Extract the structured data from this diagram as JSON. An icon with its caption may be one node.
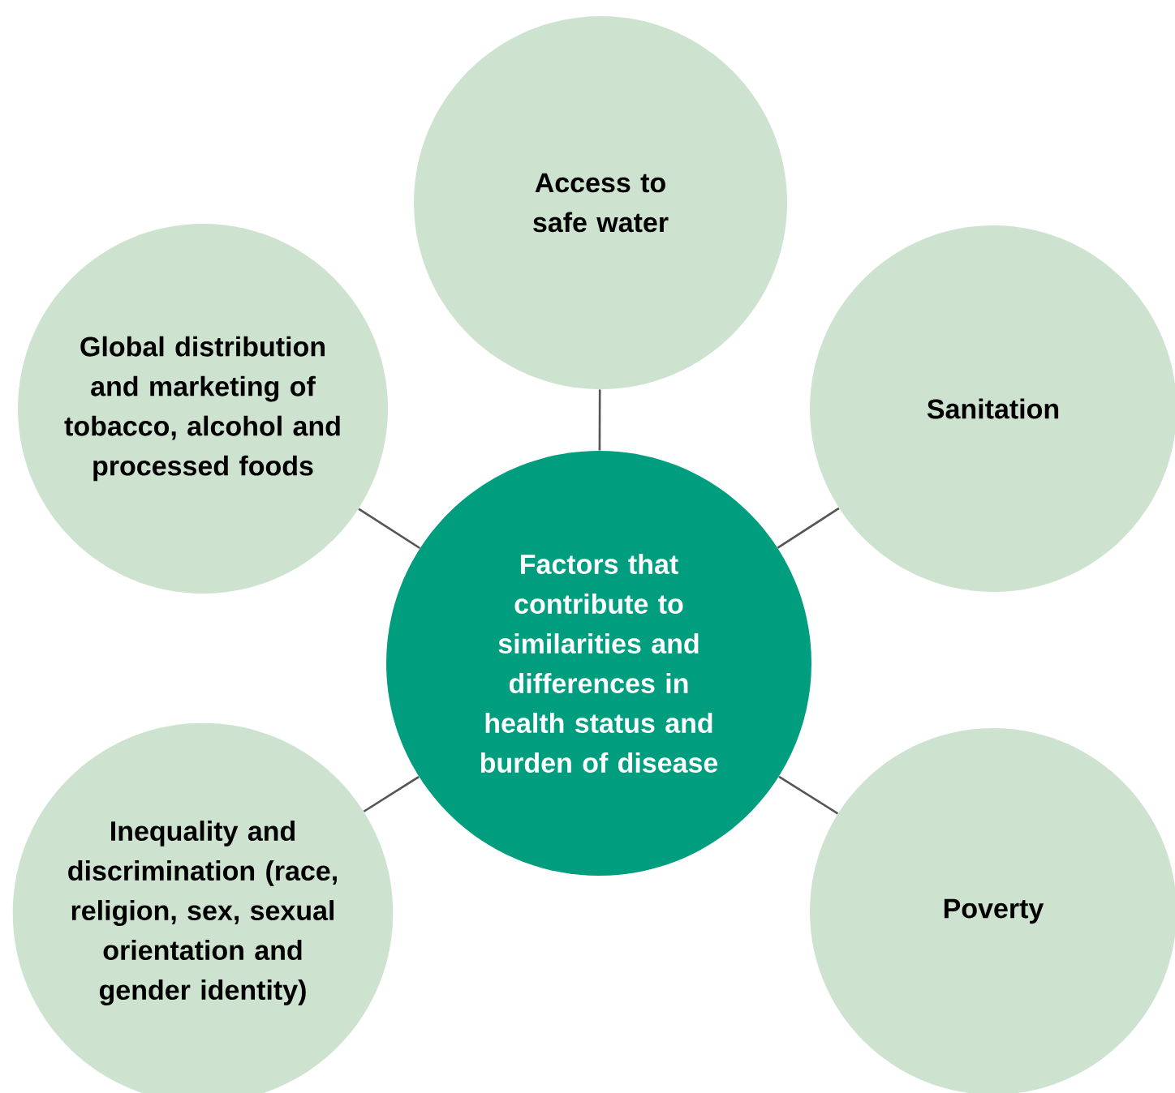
{
  "diagram": {
    "nodes": [
      {
        "text": [
          "Access to safe water"
        ]
      },
      {
        "text": [
          "Global distribution and marketing of tobacco, alcohol and processed foods"
        ]
      },
      {
        "text": [
          "Sanitation"
        ]
      },
      {
        "text": [
          "Factors that contribute to similarities and differences in health status and burden of disease"
        ]
      },
      {
        "text": [
          "Inequality and discrimination (race, religion, sex, sexual orientation and gender identity)"
        ]
      },
      {
        "text": [
          "Poverty"
        ]
      }
    ],
    "edges": [
      {
        "from": 3,
        "to": 0,
        "arrow": "none"
      },
      {
        "from": 3,
        "to": 1,
        "arrow": "none"
      },
      {
        "from": 3,
        "to": 2,
        "arrow": "none"
      },
      {
        "from": 3,
        "to": 4,
        "arrow": "none"
      },
      {
        "from": 3,
        "to": 5,
        "arrow": "none"
      }
    ]
  }
}
